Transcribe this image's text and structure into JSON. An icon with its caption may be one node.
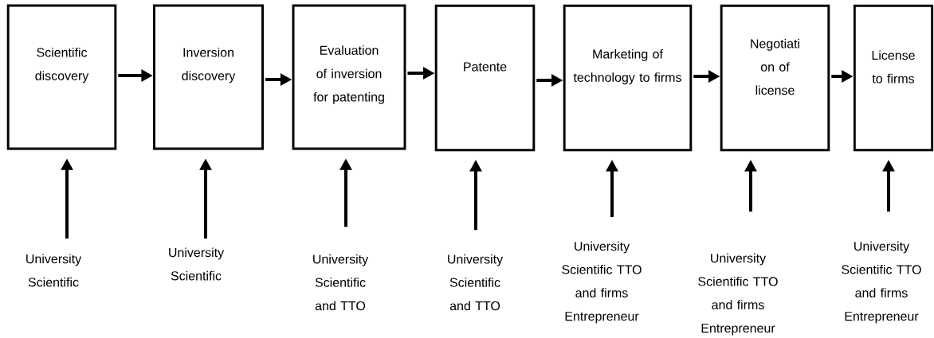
{
  "diagram": {
    "nodes": [
      {
        "text": [
          "Scientific discovery"
        ]
      },
      {
        "text": [
          "Inversion discovery"
        ]
      },
      {
        "text": [
          "Evaluation of inversion for patenting"
        ]
      },
      {
        "text": [
          "Patente"
        ]
      },
      {
        "text": [
          "Marketing of technology to firms"
        ]
      },
      {
        "text": [
          "Negotiati on of license"
        ]
      },
      {
        "text": [
          "License to firms"
        ]
      },
      {
        "text": [
          "University Scientific"
        ]
      },
      {
        "text": [
          "University Scientific"
        ]
      },
      {
        "text": [
          "University Scientific and TTO"
        ]
      },
      {
        "text": [
          "University Scientific and TTO"
        ]
      },
      {
        "text": [
          "University Scientific TTO and firms Entrepreneur"
        ]
      },
      {
        "text": [
          "University Scientific TTO and firms Entrepreneur"
        ]
      },
      {
        "text": [
          "University Scientific TTO and firms Entrepreneur"
        ]
      }
    ],
    "edges": [
      {
        "from": 0,
        "to": 1,
        "arrow": "to"
      },
      {
        "from": 1,
        "to": 2,
        "arrow": "to"
      },
      {
        "from": 2,
        "to": 3,
        "arrow": "to"
      },
      {
        "from": 3,
        "to": 4,
        "arrow": "to"
      },
      {
        "from": 4,
        "to": 5,
        "arrow": "to"
      },
      {
        "from": 5,
        "to": 6,
        "arrow": "to"
      },
      {
        "from": 7,
        "to": 0,
        "arrow": "to"
      },
      {
        "from": 8,
        "to": 1,
        "arrow": "to"
      },
      {
        "from": 9,
        "to": 2,
        "arrow": "to"
      },
      {
        "from": 10,
        "to": 3,
        "arrow": "to"
      },
      {
        "from": 11,
        "to": 4,
        "arrow": "to"
      },
      {
        "from": 12,
        "to": 5,
        "arrow": "to"
      },
      {
        "from": 13,
        "to": 6,
        "arrow": "to"
      }
    ]
  }
}
